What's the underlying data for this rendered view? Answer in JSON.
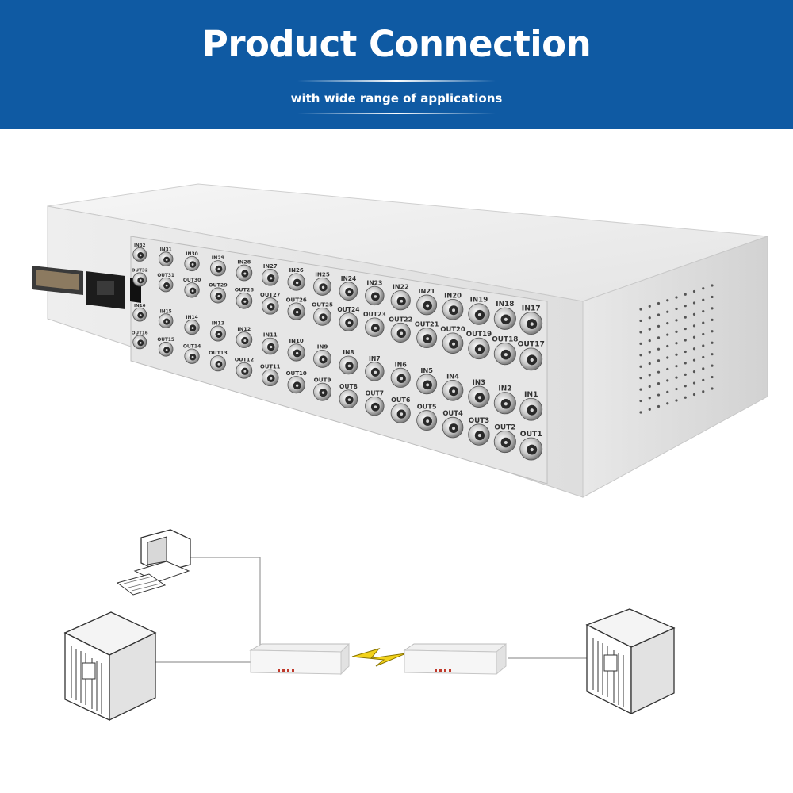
{
  "banner": {
    "title": "Product Connection",
    "subtitle": "with wide range of applications",
    "background": "#0f5aa3",
    "text_color": "#ffffff"
  },
  "device": {
    "port_labels_in_top": [
      "IN17",
      "IN18",
      "IN19",
      "IN20",
      "IN21",
      "IN22",
      "IN23",
      "IN24",
      "IN25",
      "IN26",
      "IN27",
      "IN28",
      "IN29",
      "IN30",
      "IN31",
      "IN32"
    ],
    "port_labels_out_top": [
      "OUT17",
      "OUT18",
      "OUT19",
      "OUT20",
      "OUT21",
      "OUT22",
      "OUT23",
      "OUT24",
      "OUT25",
      "OUT26",
      "OUT27",
      "OUT28",
      "OUT29",
      "OUT30",
      "OUT31",
      "OUT32"
    ],
    "port_labels_in_bottom": [
      "IN1",
      "IN2",
      "IN3",
      "IN4",
      "IN5",
      "IN6",
      "IN7",
      "IN8",
      "IN9",
      "IN10",
      "IN11",
      "IN12",
      "IN13",
      "IN14",
      "IN15",
      "IN16"
    ],
    "port_labels_out_bottom": [
      "OUT1",
      "OUT2",
      "OUT3",
      "OUT4",
      "OUT5",
      "OUT6",
      "OUT7",
      "OUT8",
      "OUT9",
      "OUT10",
      "OUT11",
      "OUT12",
      "OUT13",
      "OUT14",
      "OUT15",
      "OUT16"
    ],
    "chassis_color": "#ececec",
    "icons": [
      "terminal-block-icon",
      "power-socket-icon",
      "power-switch-icon",
      "bnc-connector-icon",
      "vent-grille-icon"
    ]
  },
  "diagram": {
    "line_color": "#9a9a9a",
    "lightning_color": "#f2d21b",
    "icons": [
      "computer-icon",
      "server-icon",
      "optical-transmitter-icon",
      "optical-receiver-icon",
      "lightning-link-icon",
      "server-icon"
    ]
  }
}
